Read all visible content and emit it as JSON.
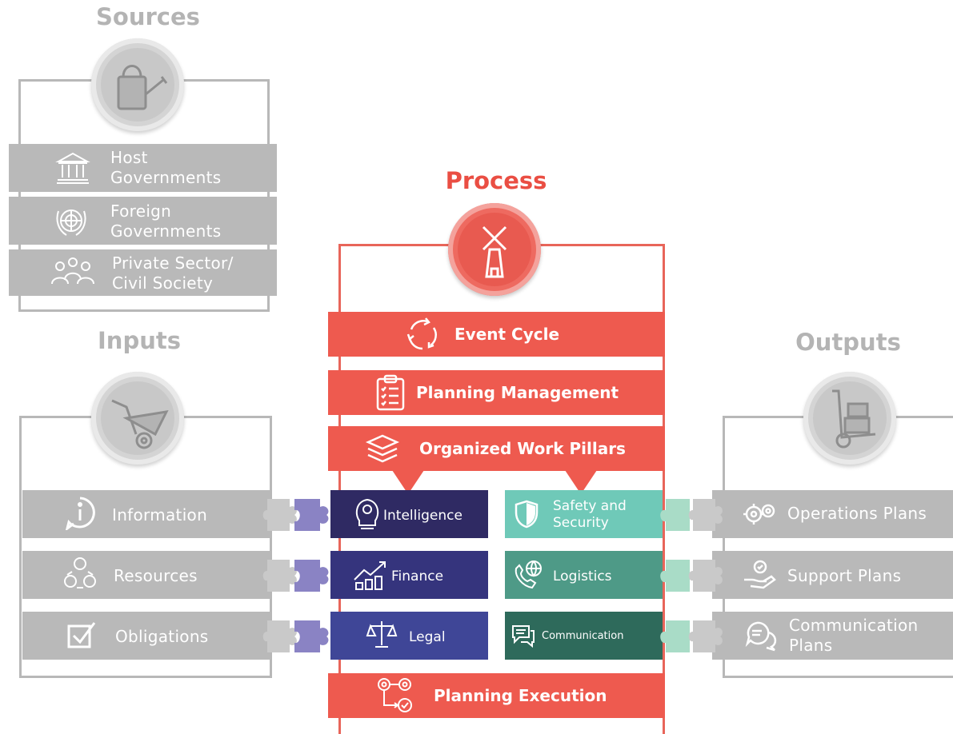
{
  "sources": {
    "heading": "Sources",
    "icon": "watering-can-icon",
    "items": [
      {
        "line1": "Host",
        "line2": "Governments",
        "icon": "government-building-icon"
      },
      {
        "line1": "Foreign",
        "line2": "Governments",
        "icon": "un-emblem-icon"
      },
      {
        "line1": "Private Sector/",
        "line2": "Civil Society",
        "icon": "people-group-icon"
      }
    ]
  },
  "inputs": {
    "heading": "Inputs",
    "icon": "wheelbarrow-icon",
    "items": [
      {
        "label": "Information",
        "icon": "info-bubble-icon"
      },
      {
        "label": "Resources",
        "icon": "resources-cycle-icon"
      },
      {
        "label": "Obligations",
        "icon": "checkbox-icon"
      }
    ]
  },
  "process": {
    "heading": "Process",
    "icon": "windmill-icon",
    "steps": [
      {
        "label": "Event Cycle",
        "icon": "cycle-arrows-icon"
      },
      {
        "label": "Planning Management",
        "icon": "clipboard-checklist-icon"
      },
      {
        "label": "Organized Work Pillars",
        "icon": "layers-icon"
      }
    ],
    "execution": {
      "label": "Planning Execution",
      "icon": "gears-flow-icon"
    },
    "pillars_left": [
      {
        "label": "Intelligence",
        "icon": "lightbulb-head-icon",
        "color": "#2f2a63"
      },
      {
        "label": "Finance",
        "icon": "growth-chart-icon",
        "color": "#35347d"
      },
      {
        "label": "Legal",
        "icon": "scales-icon",
        "color": "#3f4697"
      }
    ],
    "pillars_right": [
      {
        "line1": "Safety and",
        "line2": "Security",
        "icon": "shield-icon",
        "color": "#6fc9b8"
      },
      {
        "line1": "Logistics",
        "line2": "",
        "icon": "phone-globe-icon",
        "color": "#4e9a87"
      },
      {
        "line1": "Communication",
        "line2": "",
        "icon": "chat-bubbles-icon",
        "color": "#2e6a5b"
      }
    ]
  },
  "outputs": {
    "heading": "Outputs",
    "icon": "hand-truck-icon",
    "items": [
      {
        "line1": "Operations Plans",
        "line2": "",
        "icon": "gears-icon"
      },
      {
        "line1": "Support Plans",
        "line2": "",
        "icon": "hand-gear-icon"
      },
      {
        "line1": "Communication",
        "line2": "Plans",
        "icon": "speech-bubbles-icon"
      }
    ]
  },
  "colors": {
    "grey_bar": "#b9b9b9",
    "grey_text": "#b4b4b4",
    "red": "#ee5a4f",
    "puzzle_grey": "#c9c9c9",
    "puzzle_purple": "#8a83c4",
    "puzzle_mint": "#a9dcc7"
  }
}
